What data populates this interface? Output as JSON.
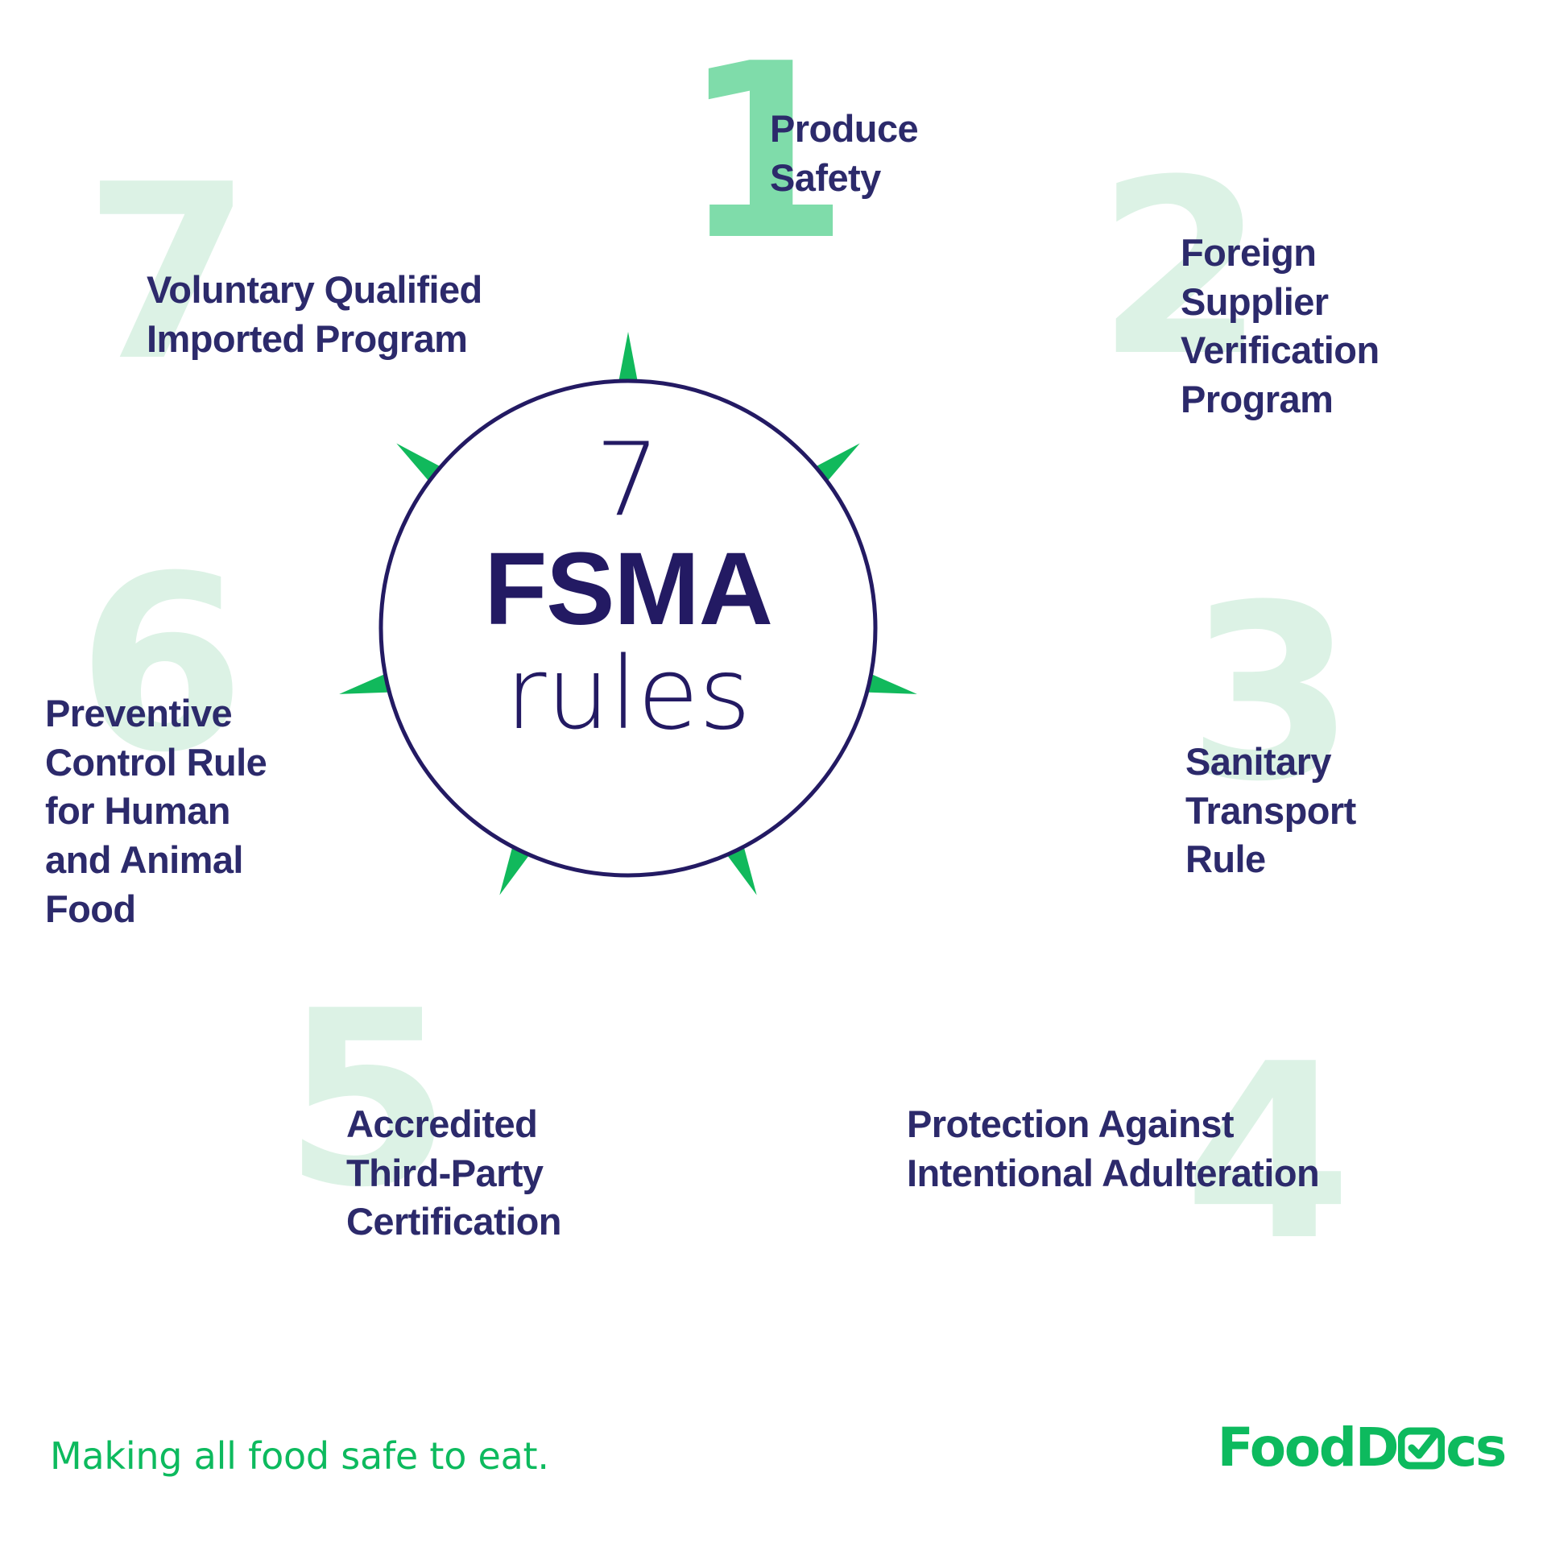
{
  "center": {
    "count": "7",
    "acronym": "FSMA",
    "word": "rules"
  },
  "rules": [
    {
      "number": "1",
      "label": "Produce\nSafety",
      "number_color": "#7fdcaa"
    },
    {
      "number": "2",
      "label": "Foreign\nSupplier\nVerification\nProgram",
      "number_color": "#dcf2e5"
    },
    {
      "number": "3",
      "label": "Sanitary\nTransport\nRule",
      "number_color": "#dcf2e5"
    },
    {
      "number": "4",
      "label": "Protection Against\nIntentional Adulteration",
      "number_color": "#dcf2e5"
    },
    {
      "number": "5",
      "label": "Accredited\nThird-Party\nCertification",
      "number_color": "#dcf2e5"
    },
    {
      "number": "6",
      "label": "Preventive\nControl Rule\nfor Human\nand Animal\nFood",
      "number_color": "#dcf2e5"
    },
    {
      "number": "7",
      "label": "Voluntary Qualified\nImported Program",
      "number_color": "#dcf2e5"
    }
  ],
  "footer": {
    "tagline": "Making all food safe to eat.",
    "brand_part1": "FoodD",
    "brand_part2": "cs",
    "brand_icon": "check-square-icon"
  },
  "colors": {
    "navy": "#2c2a6b",
    "deep_navy": "#231a63",
    "green": "#0dba5e",
    "ray_green": "#11b95c",
    "mint_light": "#dcf2e5",
    "mint_accent": "#7fdcaa",
    "background": "#ffffff"
  }
}
